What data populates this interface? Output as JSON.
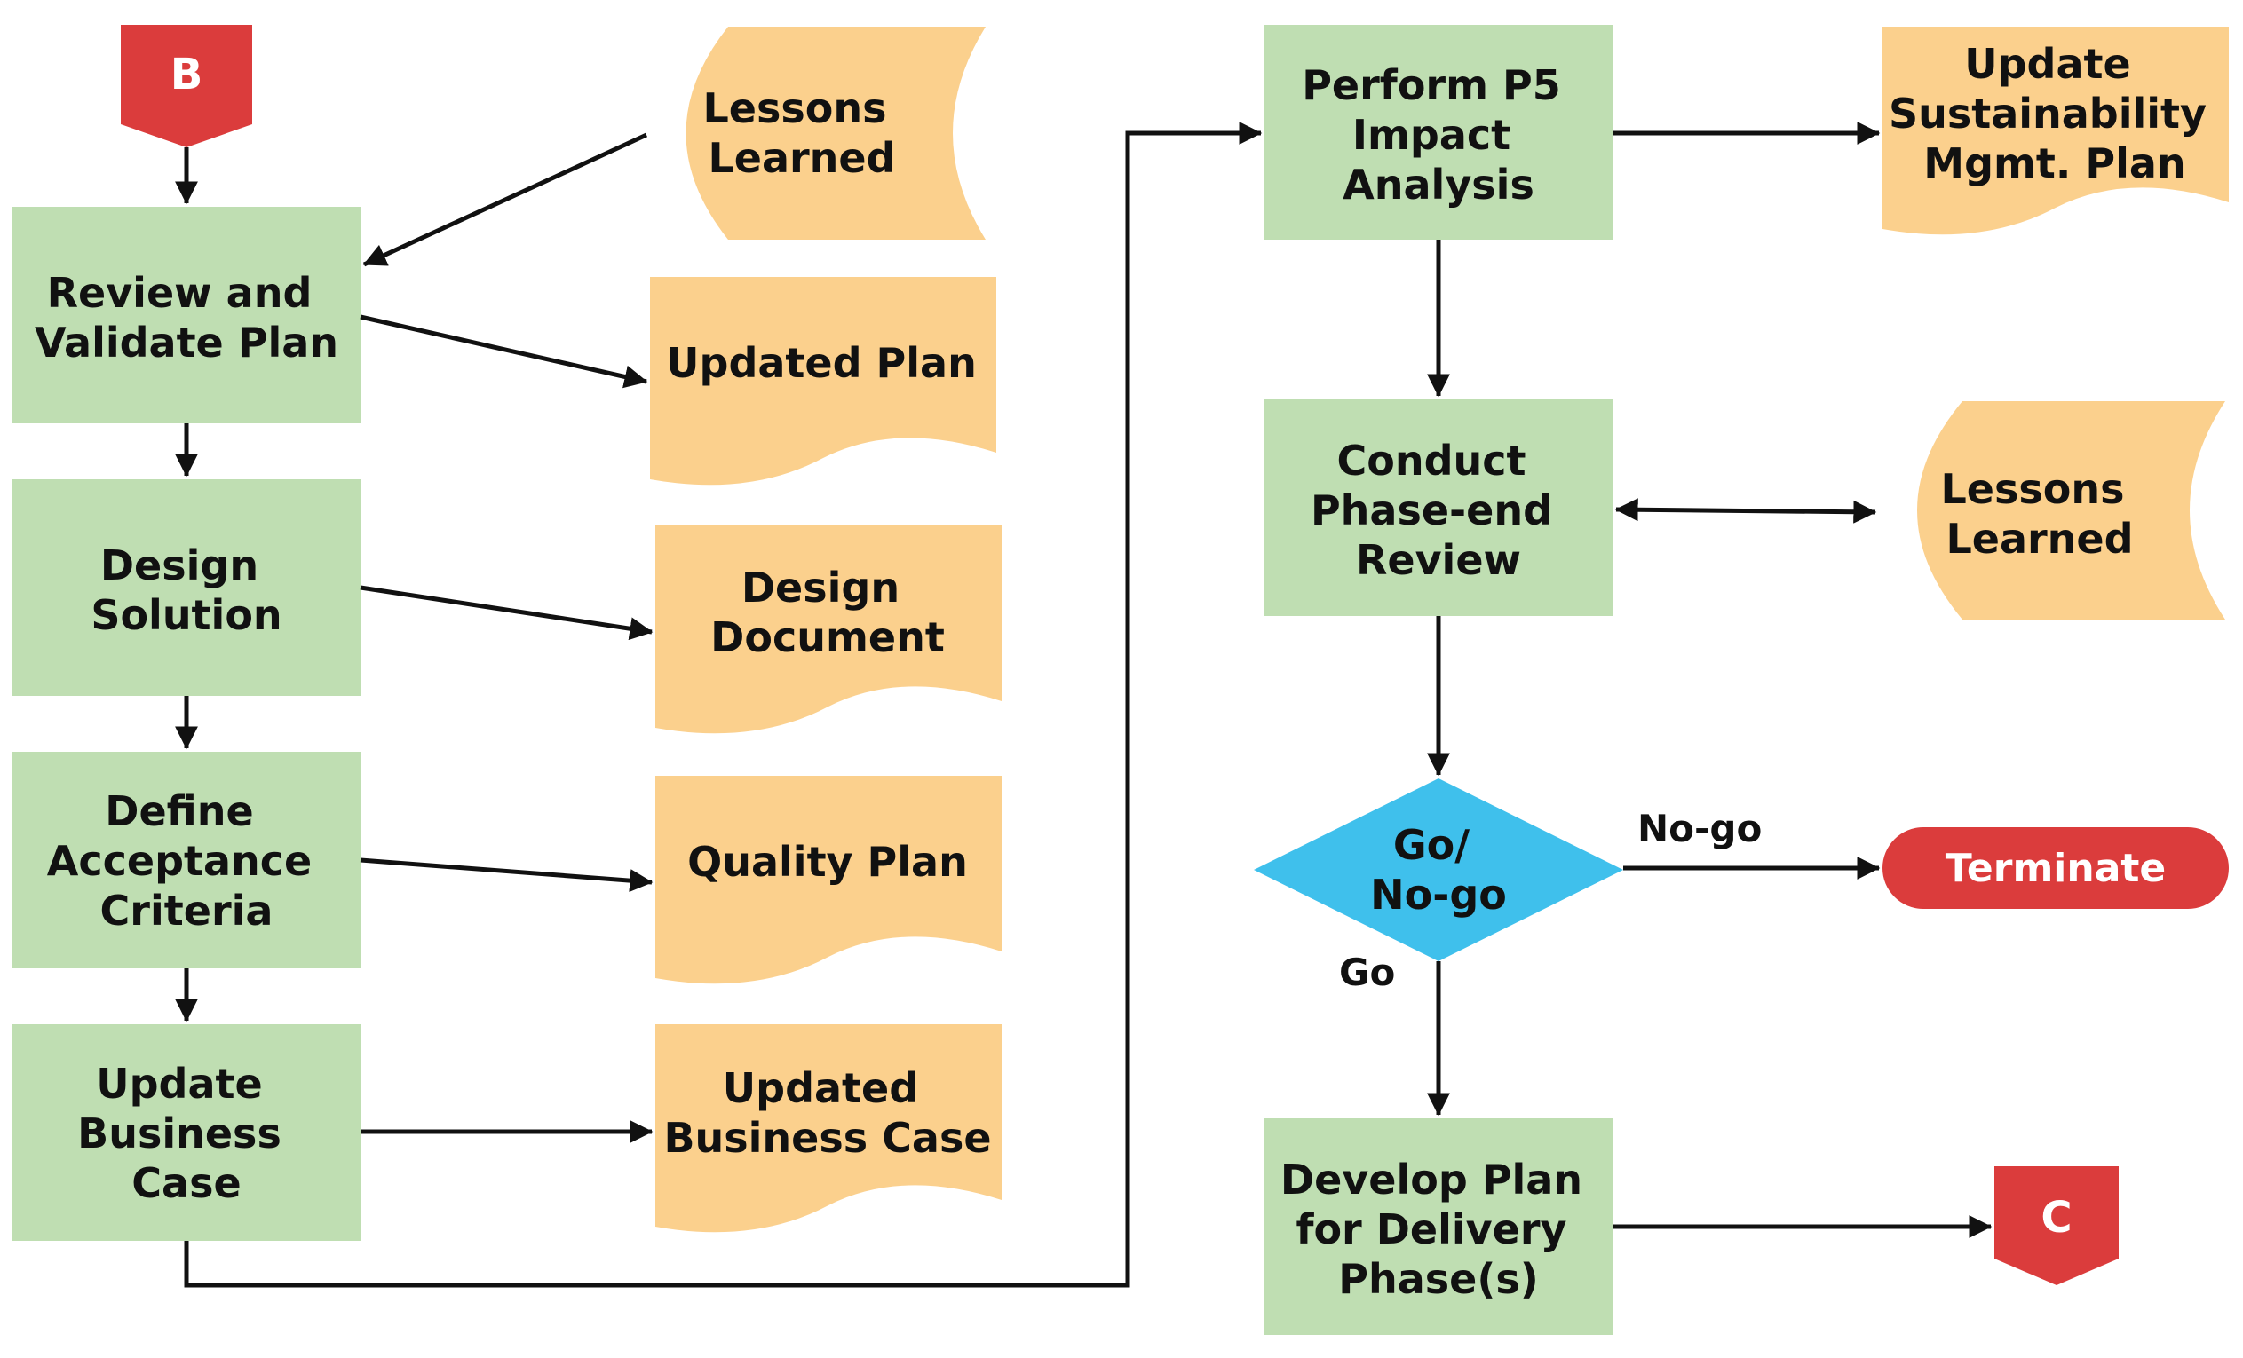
{
  "colors": {
    "process": "#bfdeb2",
    "document": "#fbd08d",
    "decision": "#3fc0ec",
    "connector": "#db3c3c",
    "line": "#111111"
  },
  "connectors": {
    "start": "B",
    "end": "C"
  },
  "left_column": {
    "review": [
      "Review and",
      "Validate Plan"
    ],
    "design": [
      "Design",
      "Solution"
    ],
    "define": [
      "Define",
      "Acceptance",
      "Criteria"
    ],
    "update": [
      "Update",
      "Business",
      "Case"
    ]
  },
  "documents": {
    "lessons_top": [
      "Lessons",
      "Learned"
    ],
    "updated_plan": [
      "Updated Plan"
    ],
    "design_doc": [
      "Design",
      "Document"
    ],
    "quality_plan": [
      "Quality Plan"
    ],
    "updated_bc": [
      "Updated",
      "Business Case"
    ],
    "sustainability": [
      "Update",
      "Sustainability",
      "Mgmt. Plan"
    ],
    "lessons_right": [
      "Lessons",
      "Learned"
    ]
  },
  "right_column": {
    "perform": [
      "Perform P5",
      "Impact",
      "Analysis"
    ],
    "conduct": [
      "Conduct",
      "Phase-end",
      "Review"
    ],
    "decision": [
      "Go/",
      "No-go"
    ],
    "develop": [
      "Develop Plan",
      "for Delivery",
      "Phase(s)"
    ]
  },
  "edge_labels": {
    "no_go": "No-go",
    "go": "Go"
  },
  "terminate": "Terminate"
}
